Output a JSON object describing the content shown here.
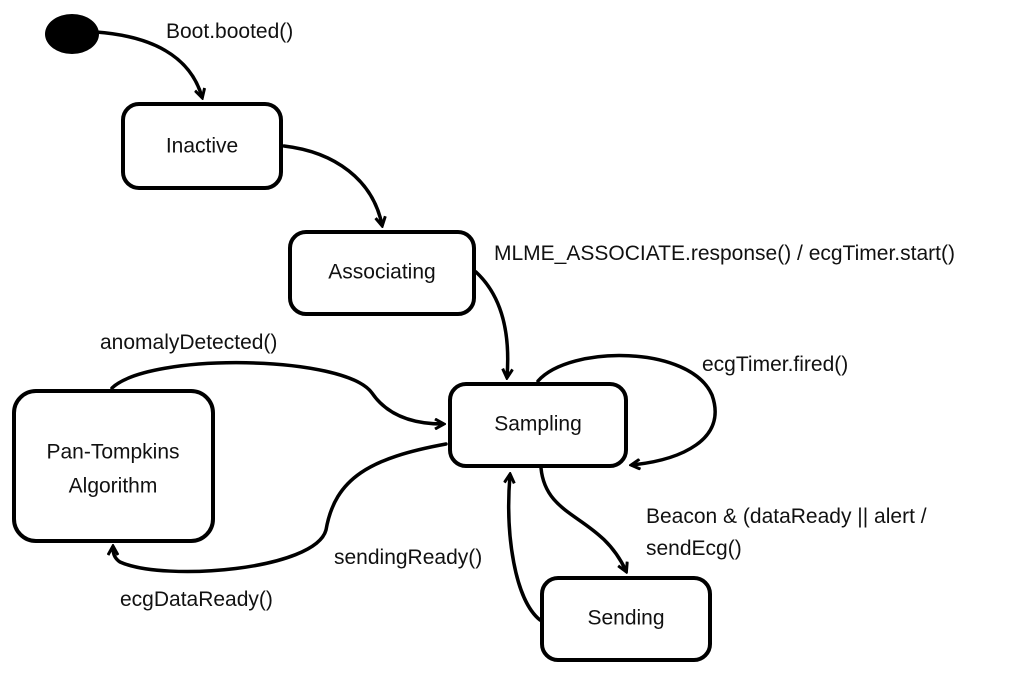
{
  "states": {
    "inactive": "Inactive",
    "associating": "Associating",
    "sampling": "Sampling",
    "pan_tompkins": [
      "Pan-Tompkins",
      "Algorithm"
    ],
    "sending": "Sending"
  },
  "transitions": {
    "boot": "Boot.booted()",
    "associate": "MLME_ASSOCIATE.response() /  ecgTimer.start()",
    "timer_fired": "ecgTimer.fired()",
    "anomaly": "anomalyDetected()",
    "data_ready": "ecgDataReady()",
    "send": [
      "Beacon & (dataReady || alert /",
      "sendEcg()"
    ],
    "sending_ready": "sendingReady()"
  }
}
